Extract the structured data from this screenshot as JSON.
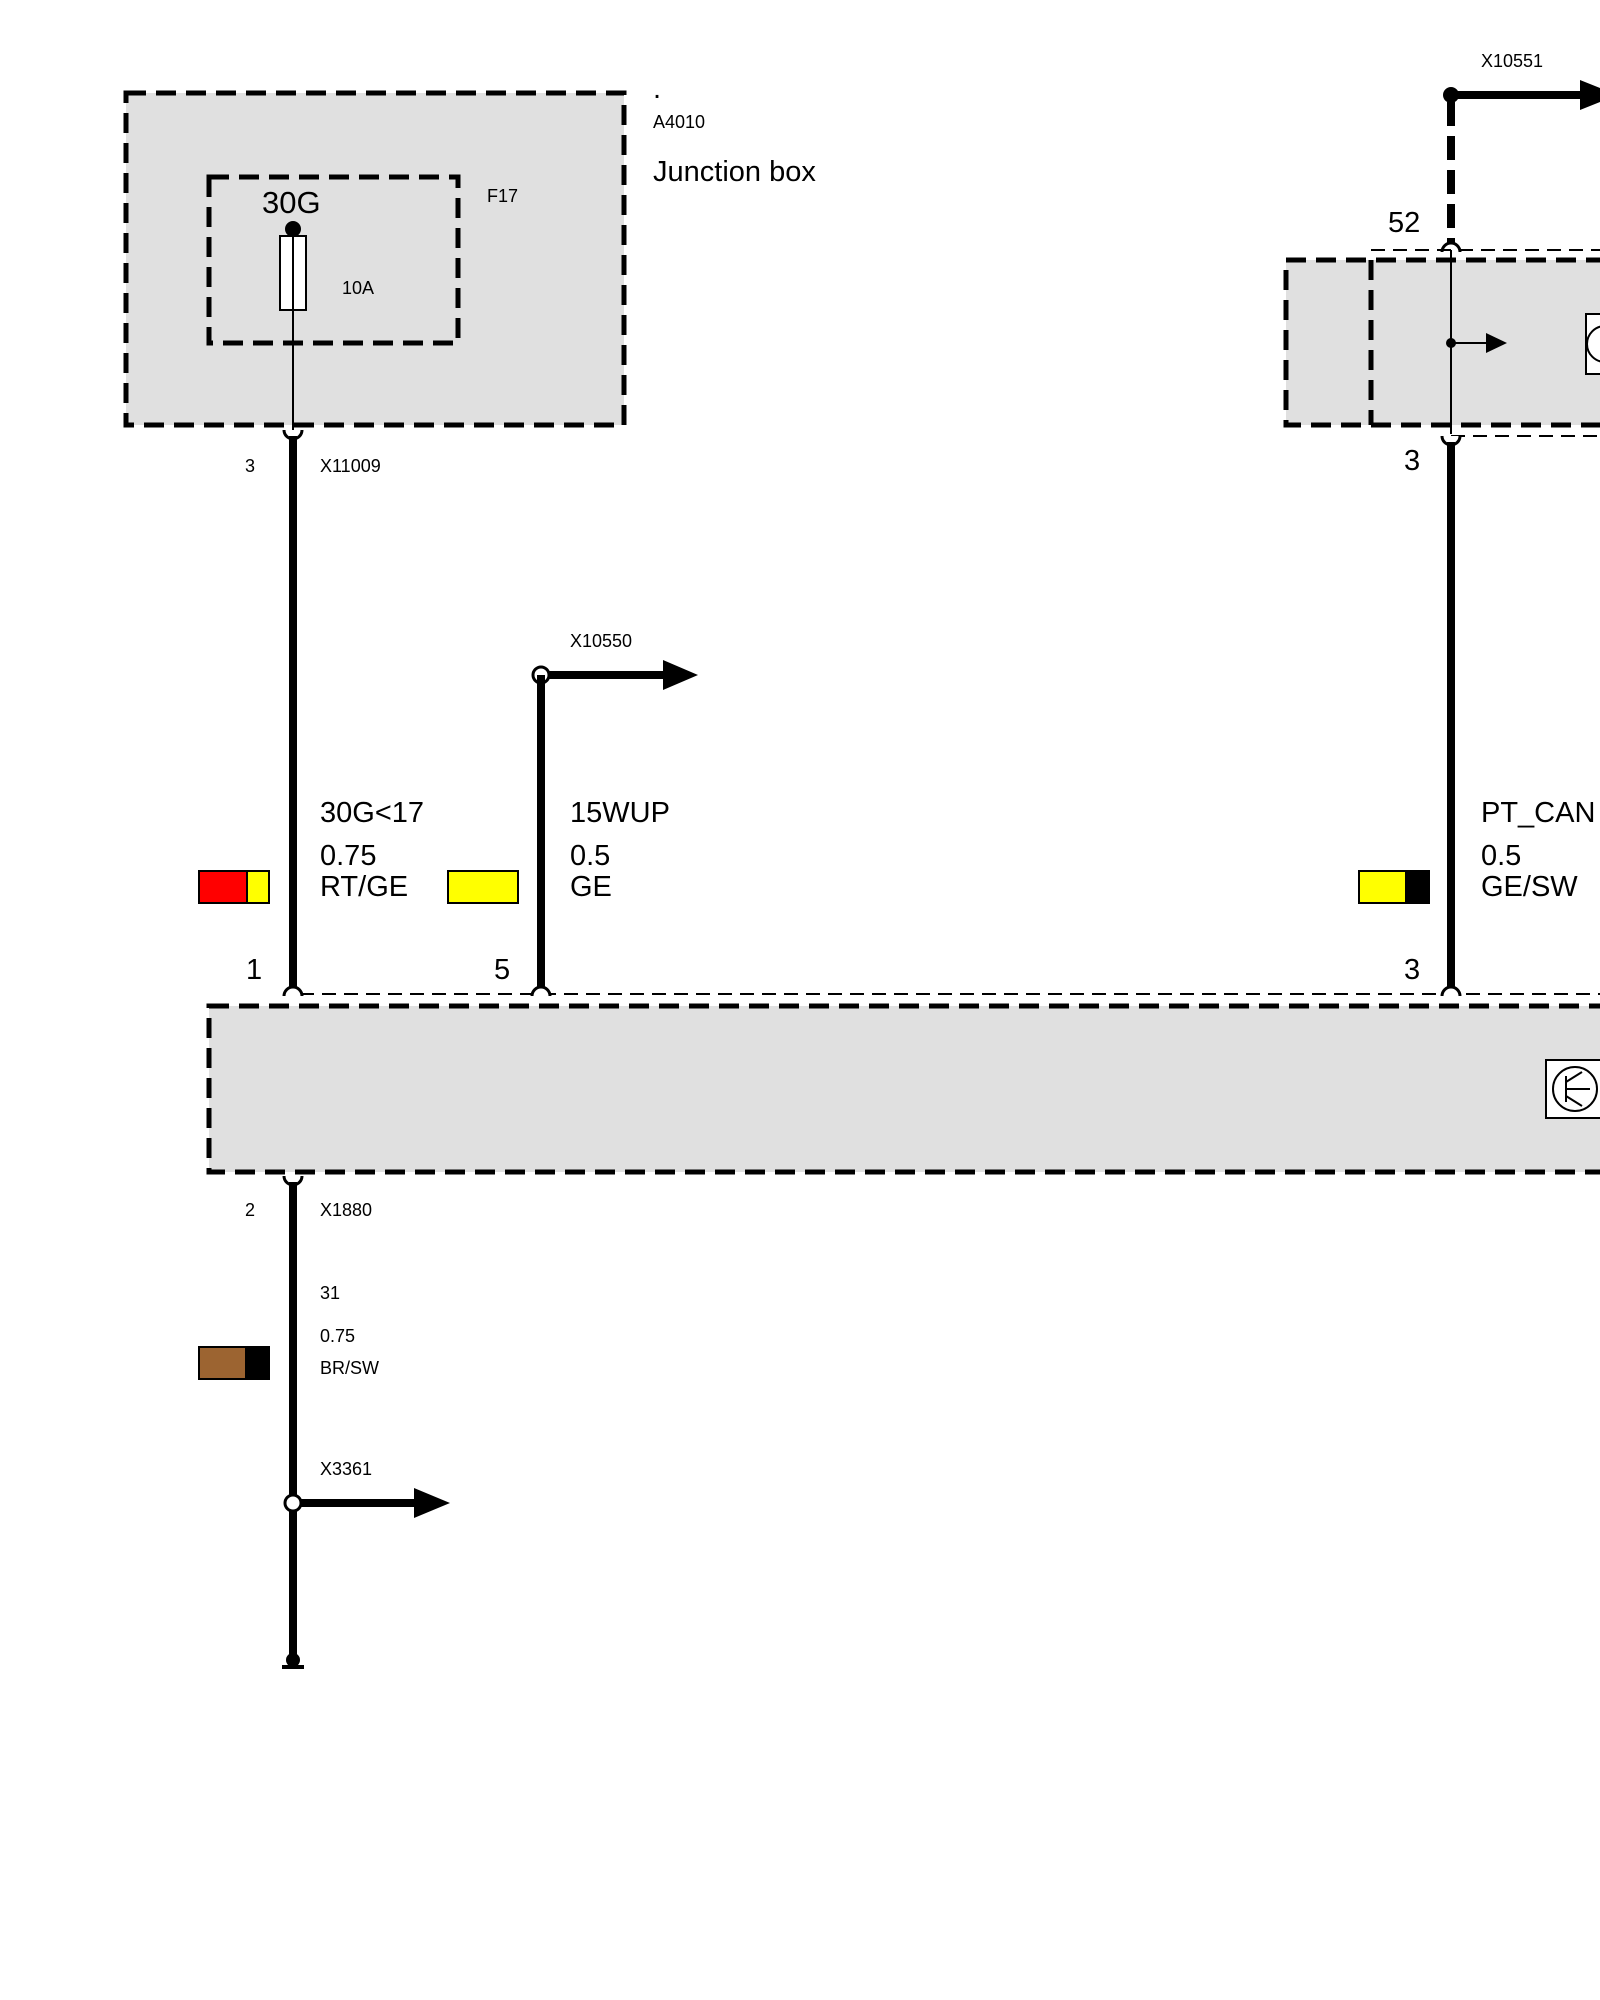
{
  "colors": {
    "box_fill": "#e0e0e0",
    "red": "#ff0000",
    "yellow": "#ffff00",
    "brown": "#9c6431",
    "black": "#000000"
  },
  "junction_box": {
    "dot": ".",
    "id": "A4010",
    "name": "Junction box",
    "fuse_id": "F17",
    "fuse_terminal": "30G",
    "fuse_rating": "10A",
    "connector_pin": "3",
    "connector_id": "X11009"
  },
  "wire_30g": {
    "signal": "30G<17",
    "size": "0.75",
    "color_code": "RT/GE",
    "module_pin": "1"
  },
  "wire_15wup": {
    "connector_id": "X10550",
    "signal": "15WUP",
    "size": "0.5",
    "color_code": "GE",
    "module_pin": "5"
  },
  "right_module": {
    "connector_id": "X10551",
    "top_pin": "52",
    "bottom_pin": "3"
  },
  "wire_pt_can": {
    "signal": "PT_CAN",
    "size": "0.5",
    "color_code": "GE/SW",
    "module_pin": "3"
  },
  "ground_wire": {
    "pin": "2",
    "connector_id": "X1880",
    "signal": "31",
    "size": "0.75",
    "color_code": "BR/SW",
    "splice_id": "X3361"
  },
  "icons": [
    "fuse-icon",
    "arrow-right-icon",
    "transistor-icon",
    "ground-terminal-icon"
  ]
}
